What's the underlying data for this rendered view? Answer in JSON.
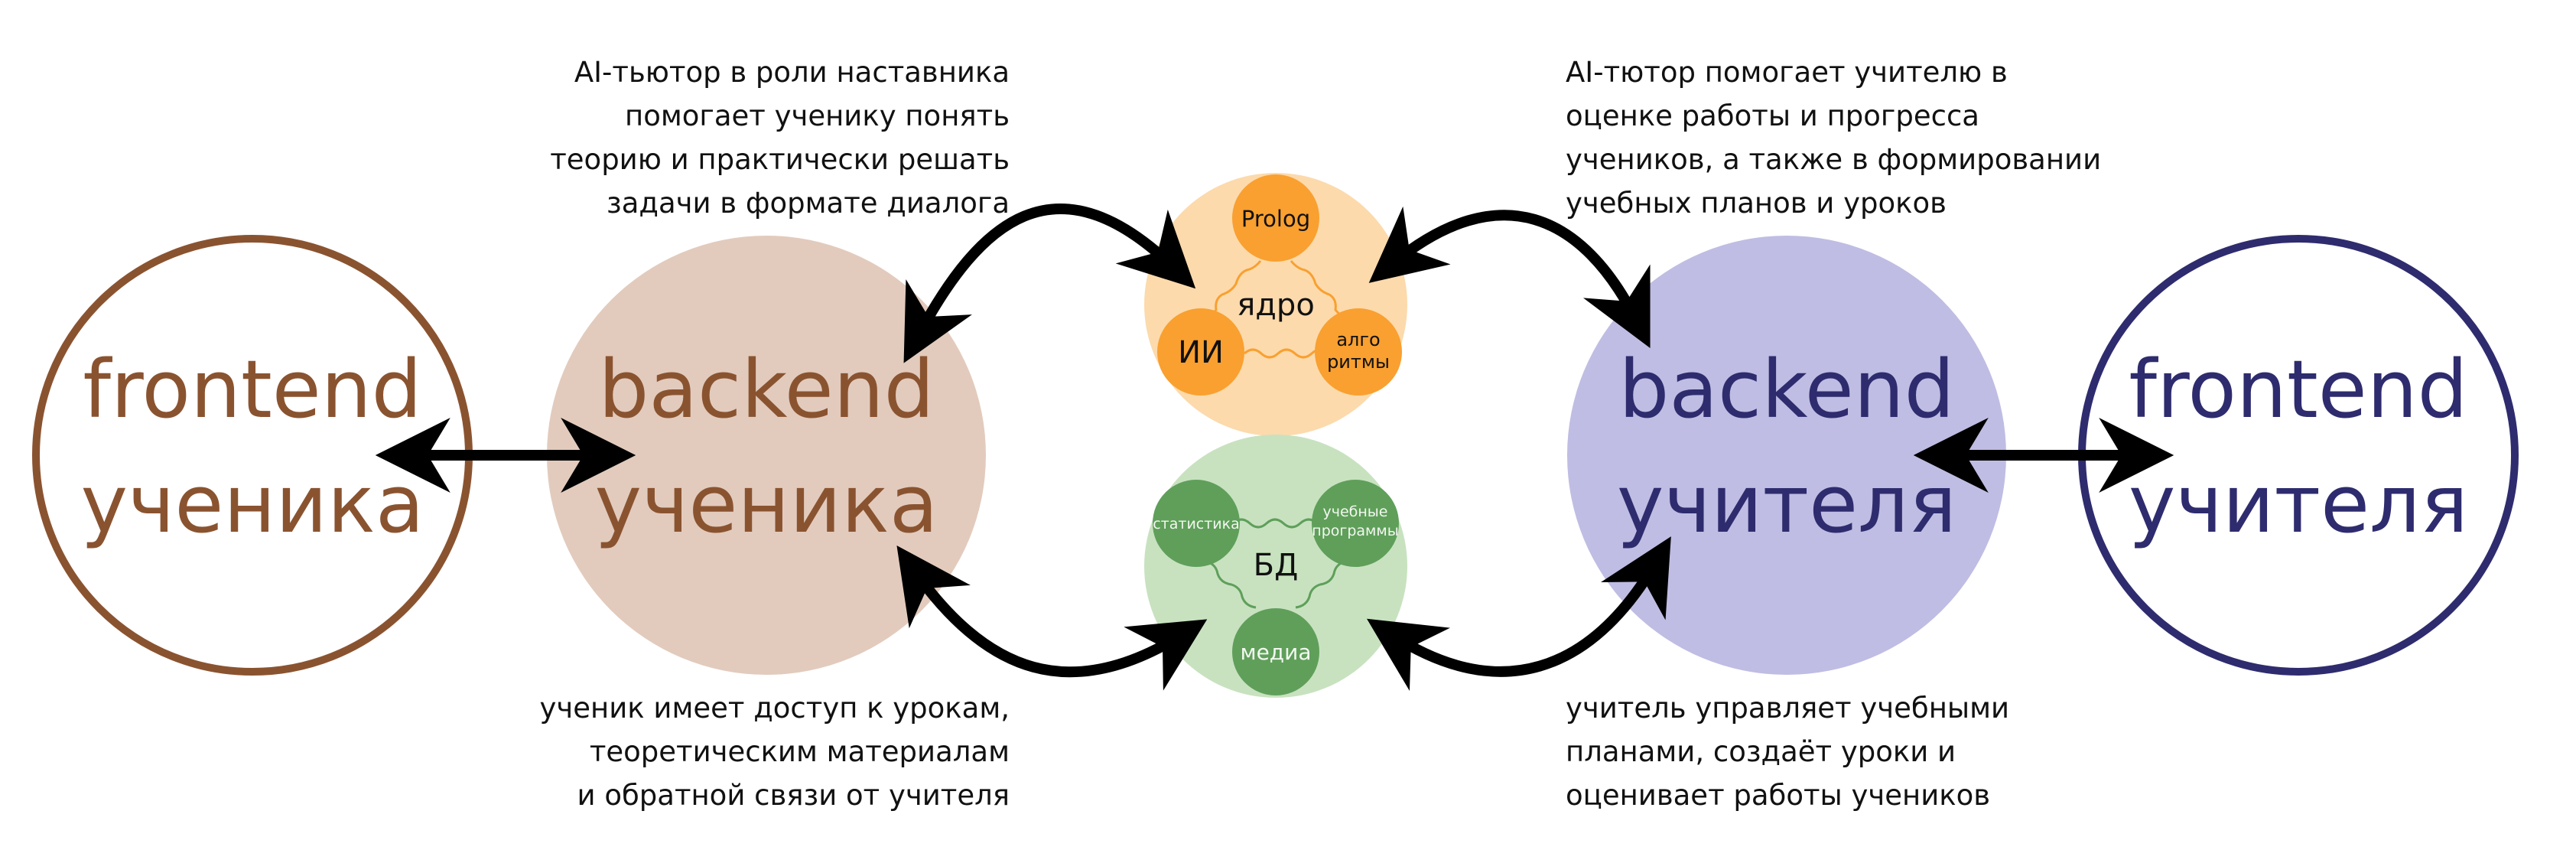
{
  "colors": {
    "student": "#8a5330",
    "student_fill": "#e2cbbd",
    "teacher": "#2e2c6e",
    "teacher_fill": "#bfbde3",
    "core_fill": "#fcdaac",
    "core_node": "#f9a030",
    "db_fill": "#c8e2c0",
    "db_node": "#5f9f5a",
    "arrow": "#000000"
  },
  "student": {
    "frontend": {
      "line1": "frontend",
      "line2": "ученика"
    },
    "backend": {
      "line1": "backend",
      "line2": "ученика"
    }
  },
  "teacher": {
    "backend": {
      "line1": "backend",
      "line2": "учителя"
    },
    "frontend": {
      "line1": "frontend",
      "line2": "учителя"
    }
  },
  "core": {
    "label": "ядро",
    "nodes": {
      "prolog": {
        "line1": "Prolog"
      },
      "ai": {
        "line1": "ИИ"
      },
      "algorithms": {
        "line1": "алго",
        "line2": "ритмы"
      }
    }
  },
  "db": {
    "label": "БД",
    "nodes": {
      "statistics": {
        "line1": "статистика"
      },
      "curricula": {
        "line1": "учебные",
        "line2": "программы"
      },
      "media": {
        "line1": "медиа"
      }
    }
  },
  "descriptions": {
    "student_ai": [
      "AI-тьютор в роли наставника",
      "помогает ученику понять",
      "теорию и практически решать",
      "задачи в формате диалога"
    ],
    "student_db": [
      "ученик имеет доступ к урокам,",
      "теоретическим материалам",
      "и обратной связи от учителя"
    ],
    "teacher_ai": [
      "AI-тютор помогает учителю в",
      "оценке работы и прогресса",
      "учеников, а также в формировании",
      "учебных планов и уроков"
    ],
    "teacher_db": [
      "учитель управляет учебными",
      "планами, создаёт уроки и",
      "оценивает работы учеников"
    ]
  }
}
